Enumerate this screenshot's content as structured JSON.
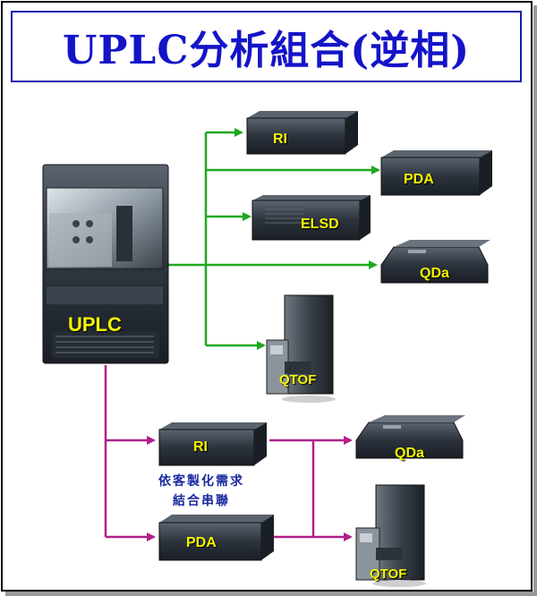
{
  "title": "UPLC分析組合(逆相)",
  "colors": {
    "title": "#1414c8",
    "green_lines": "#1fa81f",
    "magenta_lines": "#b0208a",
    "labels": "#f5f500",
    "note": "#1a2aa0"
  },
  "main_instrument": {
    "label": "UPLC"
  },
  "parallel_detectors": [
    {
      "label": "RI"
    },
    {
      "label": "PDA"
    },
    {
      "label": "ELSD"
    },
    {
      "label": "QDa"
    },
    {
      "label": "QTOF"
    }
  ],
  "serial_combination": {
    "first": [
      {
        "label": "RI"
      },
      {
        "label": "PDA"
      }
    ],
    "second": [
      {
        "label": "QDa"
      },
      {
        "label": "QTOF"
      }
    ],
    "note_line1": "依客製化需求",
    "note_line2": "結合串聯"
  }
}
